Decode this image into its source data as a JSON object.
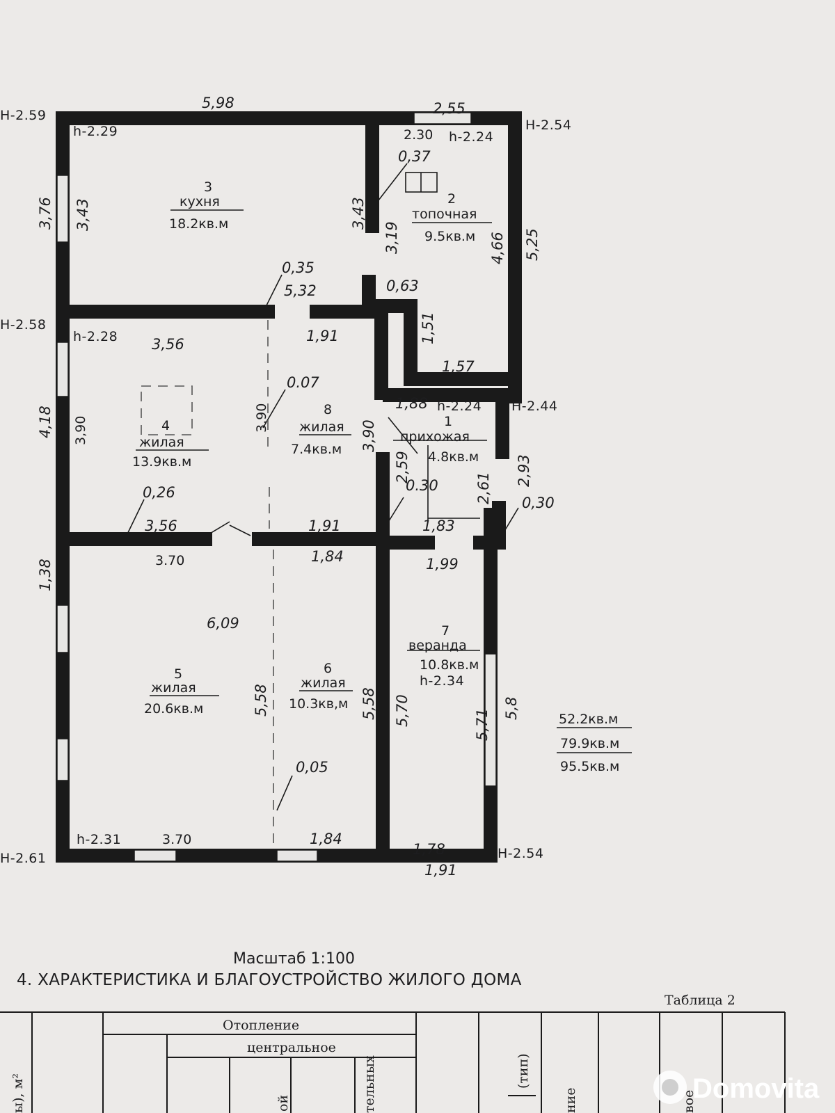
{
  "plan": {
    "heights": {
      "h_2_59": "H-2.59",
      "h_2_58": "H-2.58",
      "h_2_61": "H-2.61",
      "h_2_54_top": "H-2.54",
      "h_2_44": "H-2.44",
      "h_2_54_bottom": "H-2.54",
      "r3": "h-2.29",
      "r2": "h-2.24",
      "r4": "h-2.28",
      "r1": "h-2.24",
      "r7": "h-2.34",
      "r5": "h-2.31"
    },
    "rooms": [
      {
        "num": "3",
        "name": "кухня",
        "area": "18.2кв.м"
      },
      {
        "num": "2",
        "name": "топочная",
        "area": "9.5кв.м"
      },
      {
        "num": "4",
        "name": "жилая",
        "area": "13.9кв.м"
      },
      {
        "num": "8",
        "name": "жилая",
        "area": "7.4кв.м"
      },
      {
        "num": "1",
        "name": "прихожая",
        "area": "4.8кв.м"
      },
      {
        "num": "5",
        "name": "жилая",
        "area": "20.6кв.м"
      },
      {
        "num": "6",
        "name": "жилая",
        "area": "10.3кв,м"
      },
      {
        "num": "7",
        "name": "веранда",
        "area": "10.8кв.м"
      }
    ],
    "dims": {
      "d598": "5,98",
      "d255": "2,55",
      "d230": "2.30",
      "d037": "0,37",
      "d376": "3,76",
      "d343a": "3,43",
      "d343b": "3,43",
      "d319": "3,19",
      "d466": "4,66",
      "d525": "5,25",
      "d035": "0,35",
      "d532": "5,32",
      "d063": "0,63",
      "d151": "1,51",
      "d157": "1,57",
      "d191a": "1,91",
      "d356a": "3,56",
      "d418": "4,18",
      "d390a": "3,90",
      "d007": "0.07",
      "d390b": "3.90",
      "d390c": "3,90",
      "d188": "1,88",
      "d259": "2,59",
      "d030a": "0.30",
      "d293": "2,93",
      "d261": "2,61",
      "d030b": "0,30",
      "d026": "0,26",
      "d356b": "3,56",
      "d191b": "1,91",
      "d183": "1,83",
      "d138": "1,38",
      "d370a": "3.70",
      "d184a": "1,84",
      "d199": "1,99",
      "d609": "6,09",
      "d558a": "5,58",
      "d558b": "5,58",
      "d570": "5,70",
      "d571": "5,71",
      "d58": "5,8",
      "d005": "0,05",
      "d370b": "3.70",
      "d184b": "1,84",
      "d178": "1,78",
      "d191c": "1,91"
    },
    "totals": [
      "52.2кв.м",
      "79.9кв.м",
      "95.5кв.м"
    ]
  },
  "scale": "Масштаб 1:100",
  "section_heading": "4. ХАРАКТЕРИСТИКА И БЛАГОУСТРОЙСТВО ЖИЛОГО ДОМА",
  "table": {
    "caption": "Таблица 2",
    "heating": "Отопление",
    "central": "центральное",
    "frag_area": "ы), м²",
    "frag_type": "(тип)",
    "frag_oi": "ой",
    "frag_telnyh": "тельных",
    "frag_nie": "ние",
    "frag_voe": "вое"
  },
  "watermark": "Domovita"
}
